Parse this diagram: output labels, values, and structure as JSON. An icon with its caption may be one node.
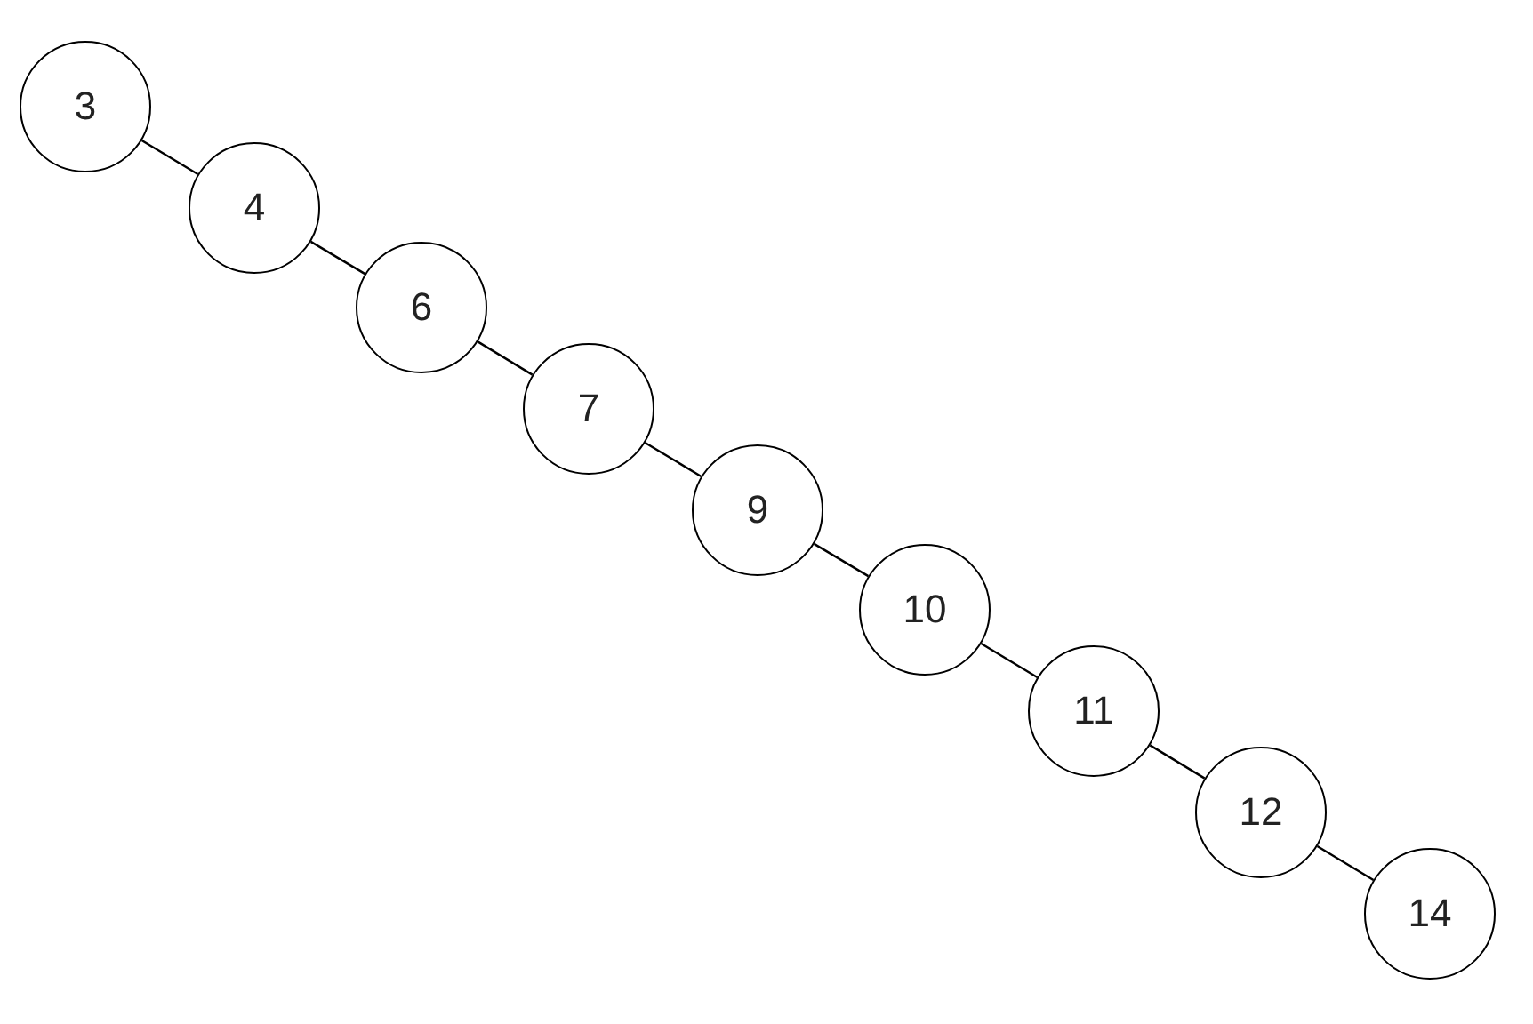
{
  "diagram": {
    "nodes": [
      {
        "text": [
          "3"
        ]
      },
      {
        "text": [
          "4"
        ]
      },
      {
        "text": [
          "6"
        ]
      },
      {
        "text": [
          "7"
        ]
      },
      {
        "text": [
          "9"
        ]
      },
      {
        "text": [
          "10"
        ]
      },
      {
        "text": [
          "11"
        ]
      },
      {
        "text": [
          "12"
        ]
      },
      {
        "text": [
          "14"
        ]
      }
    ],
    "edges": [
      {
        "from": 0,
        "to": 1,
        "arrow": "none"
      },
      {
        "from": 1,
        "to": 2,
        "arrow": "none"
      },
      {
        "from": 2,
        "to": 3,
        "arrow": "none"
      },
      {
        "from": 3,
        "to": 4,
        "arrow": "none"
      },
      {
        "from": 4,
        "to": 5,
        "arrow": "none"
      },
      {
        "from": 5,
        "to": 6,
        "arrow": "none"
      },
      {
        "from": 6,
        "to": 7,
        "arrow": "none"
      },
      {
        "from": 7,
        "to": 8,
        "arrow": "none"
      }
    ]
  }
}
